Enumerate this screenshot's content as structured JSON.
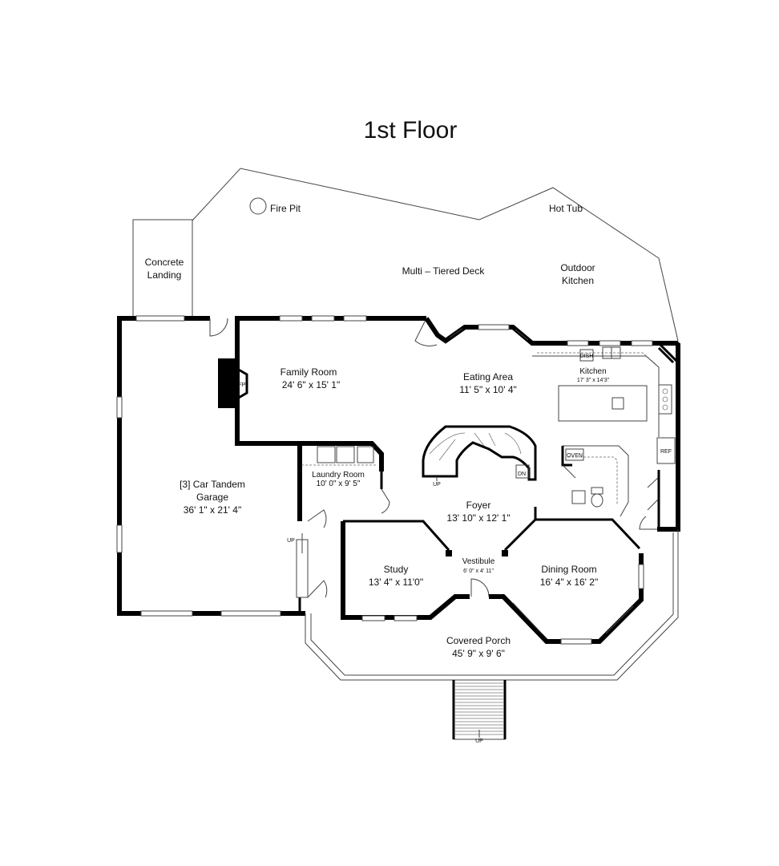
{
  "plan": {
    "title": "1st Floor",
    "exterior": {
      "fire_pit": "Fire Pit",
      "hot_tub": "Hot Tub",
      "deck": "Multi – Tiered Deck",
      "outdoor_kitchen_1": "Outdoor",
      "outdoor_kitchen_2": "Kitchen",
      "concrete_landing_1": "Concrete",
      "concrete_landing_2": "Landing"
    },
    "rooms": {
      "family": {
        "name": "Family Room",
        "size": "24' 6\" x 15' 1\""
      },
      "eating": {
        "name": "Eating Area",
        "size": "11' 5\" x 10' 4\""
      },
      "kitchen": {
        "name": "Kitchen",
        "size": "17' 3\" x 14'3\""
      },
      "garage": {
        "name1": "[3] Car Tandem",
        "name2": "Garage",
        "size": "36' 1\" x 21' 4\""
      },
      "laundry": {
        "name": "Laundry Room",
        "size": "10' 0\" x 9' 5\""
      },
      "foyer": {
        "name": "Foyer",
        "size": "13' 10\" x 12' 1\""
      },
      "study": {
        "name": "Study",
        "size": "13' 4\" x 11'0\""
      },
      "vestibule": {
        "name": "Vestibule",
        "size": "6' 0\" x 4' 11\""
      },
      "dining": {
        "name": "Dining Room",
        "size": "16' 4\" x 16' 2\""
      },
      "porch": {
        "name": "Covered Porch",
        "size": "45' 9\" x 9' 6\""
      }
    },
    "fixtures": {
      "fireplace": "FP",
      "dishwasher": "DISH",
      "oven": "OVEN",
      "refrigerator": "REF",
      "stair_up": "UP",
      "stair_down": "DN",
      "garage_up": "UP",
      "porch_steps_up": "UP"
    }
  }
}
